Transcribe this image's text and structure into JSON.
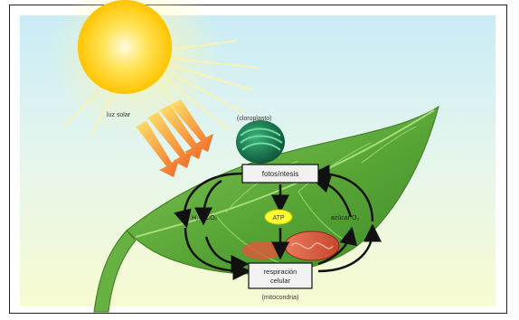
{
  "labels": {
    "sunlight": "luz solar",
    "chloroplast": "(cloroplasto)",
    "photosynthesis": "fotosíntesis",
    "water_co2": "H₂O  CO₂",
    "atp": "ATP",
    "glucose_o2": "azúcar  O₂",
    "respiration_line1": "respiración",
    "respiration_line2": "celular",
    "mitochondria": "(mitocondria)"
  },
  "colors": {
    "sun": "#ffd21a",
    "ray": "#f07a2a",
    "leaf": "#5ea83c",
    "atp": "#ffff33",
    "box": "#f2f2f2"
  }
}
